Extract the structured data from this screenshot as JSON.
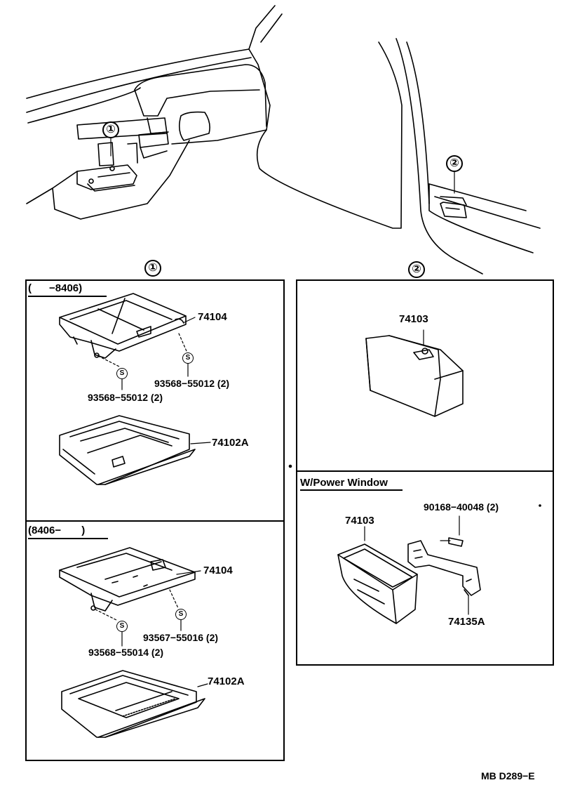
{
  "callouts": {
    "one": "①",
    "two": "②"
  },
  "panel_left_top": {
    "header": "(      −8406)",
    "parts": {
      "top_tray": "74104",
      "screw_right": "93568−55012 (2)",
      "screw_left": "93568−55012 (2)",
      "drawer": "74102A"
    },
    "screw_symbol": "S"
  },
  "panel_left_bottom": {
    "header": "(8406−       )",
    "parts": {
      "top_tray": "74104",
      "screw_right": "93567−55016 (2)",
      "screw_left": "93568−55014 (2)",
      "drawer": "74102A"
    },
    "screw_symbol": "S"
  },
  "panel_right_top": {
    "parts": {
      "ashtray": "74103"
    }
  },
  "panel_right_bottom": {
    "header": "W/Power Window",
    "parts": {
      "ashtray": "74103",
      "screw": "90168−40048 (2)",
      "bracket": "74135A"
    }
  },
  "footer": {
    "code": "MB D289−E"
  }
}
